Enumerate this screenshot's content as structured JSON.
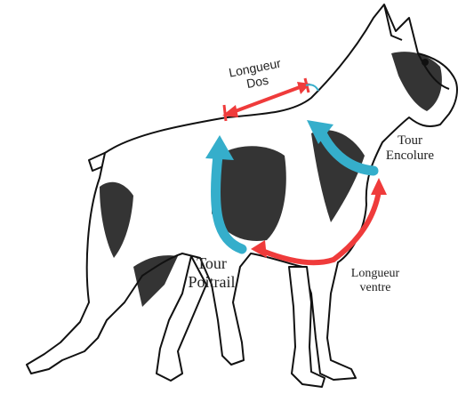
{
  "colors": {
    "measure_arrow_red": "#ef3b3b",
    "measure_arrow_blue": "#35aecb",
    "dog_ink": "#111111"
  },
  "labels": {
    "longueur_dos": [
      "Longueur",
      "Dos"
    ],
    "tour_encolure": [
      "Tour",
      "Encolure"
    ],
    "tour_poitrail": [
      "Tour",
      "Poitrail"
    ],
    "longueur_ventre": [
      "Longueur",
      "ventre"
    ]
  }
}
